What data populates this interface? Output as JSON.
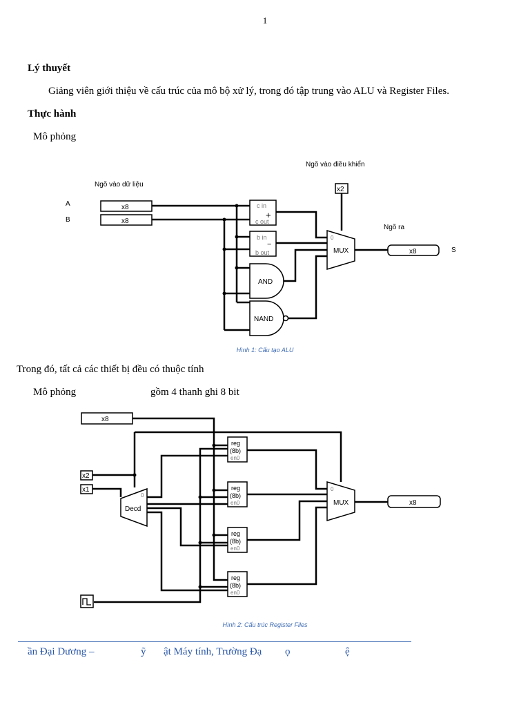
{
  "page_number": "1",
  "section_theory": {
    "heading": "Lý thuyết",
    "text": "Giảng viên giới thiệu về cấu trúc của mô bộ xử lý, trong đó tập trung vào ALU và Register Files."
  },
  "section_practice": {
    "heading": "Thực hành",
    "sim1": "Mô phỏng"
  },
  "figure1": {
    "label_data_input": "Ngõ vào dữ liệu",
    "label_control_input": "Ngõ vào điều khiển",
    "label_output": "Ngõ ra",
    "input_a": "A",
    "input_b": "B",
    "width_a": "x8",
    "width_b": "x8",
    "width_ctrl": "x2",
    "width_out": "x8",
    "output_s": "S",
    "adder_cin": "c in",
    "adder_cout": "c out",
    "adder_sym": "+",
    "sub_bin": "b in",
    "sub_bout": "b out",
    "sub_sym": "−",
    "and_label": "AND",
    "nand_label": "NAND",
    "mux_label": "MUX",
    "mux_zero": "0",
    "caption": "Hình 1: Cấu tạo ALU"
  },
  "attr_text": "Trong đó, tất cả các thiết bị đều có thuộc tính",
  "sim2": {
    "left": "Mô phỏng",
    "right": "gồm 4 thanh ghi 8 bit"
  },
  "figure2": {
    "width_in": "x8",
    "width_sel2": "x2",
    "width_sel1": "x1",
    "width_out": "x8",
    "decoder_label": "Decd",
    "decoder_zero": "0",
    "mux_label": "MUX",
    "mux_zero": "0",
    "reg_label1": "reg",
    "reg_label2": "(8b)",
    "reg_en": "en0",
    "caption": "Hình 2: Cấu trúc Register Files"
  },
  "footer": {
    "part1": "ần Đại Dương –",
    "part2": "ỹ",
    "part3": "ật Máy tính, Trường Đạ",
    "part4": "ọ",
    "part5": "ệ"
  }
}
